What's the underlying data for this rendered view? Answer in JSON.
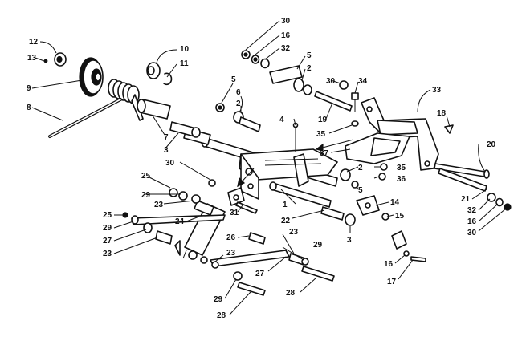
{
  "diagram": {
    "type": "exploded-parts-view",
    "callouts": [
      {
        "id": "c12",
        "text": "12"
      },
      {
        "id": "c13",
        "text": "13"
      },
      {
        "id": "c9",
        "text": "9"
      },
      {
        "id": "c8",
        "text": "8"
      },
      {
        "id": "c10",
        "text": "10"
      },
      {
        "id": "c11",
        "text": "11"
      },
      {
        "id": "c7",
        "text": "7"
      },
      {
        "id": "c3a",
        "text": "3"
      },
      {
        "id": "c5a",
        "text": "5"
      },
      {
        "id": "c6",
        "text": "6"
      },
      {
        "id": "c2a",
        "text": "2"
      },
      {
        "id": "c4",
        "text": "4"
      },
      {
        "id": "c30a",
        "text": "30"
      },
      {
        "id": "c16a",
        "text": "16"
      },
      {
        "id": "c32a",
        "text": "32"
      },
      {
        "id": "c5b",
        "text": "5"
      },
      {
        "id": "c2b",
        "text": "2"
      },
      {
        "id": "c30b",
        "text": "30"
      },
      {
        "id": "c34",
        "text": "34"
      },
      {
        "id": "c33",
        "text": "33"
      },
      {
        "id": "c18",
        "text": "18"
      },
      {
        "id": "c19",
        "text": "19"
      },
      {
        "id": "c35a",
        "text": "35"
      },
      {
        "id": "c37",
        "text": "37"
      },
      {
        "id": "c20",
        "text": "20"
      },
      {
        "id": "c35b",
        "text": "35"
      },
      {
        "id": "c36",
        "text": "36"
      },
      {
        "id": "c2c",
        "text": "2"
      },
      {
        "id": "c5c",
        "text": "5"
      },
      {
        "id": "c30c",
        "text": "30"
      },
      {
        "id": "c25a",
        "text": "25"
      },
      {
        "id": "c29a",
        "text": "29"
      },
      {
        "id": "c23a",
        "text": "23"
      },
      {
        "id": "c31",
        "text": "31"
      },
      {
        "id": "c1",
        "text": "1"
      },
      {
        "id": "c14",
        "text": "14"
      },
      {
        "id": "c22",
        "text": "22"
      },
      {
        "id": "c15",
        "text": "15"
      },
      {
        "id": "c21",
        "text": "21"
      },
      {
        "id": "c32b",
        "text": "32"
      },
      {
        "id": "c16b",
        "text": "16"
      },
      {
        "id": "c30d",
        "text": "30"
      },
      {
        "id": "c25b",
        "text": "25"
      },
      {
        "id": "c29b",
        "text": "29"
      },
      {
        "id": "c27a",
        "text": "27"
      },
      {
        "id": "c23b",
        "text": "23"
      },
      {
        "id": "c24",
        "text": "24"
      },
      {
        "id": "c26",
        "text": "26"
      },
      {
        "id": "c3b",
        "text": "3"
      },
      {
        "id": "c23c",
        "text": "23"
      },
      {
        "id": "c29c",
        "text": "29"
      },
      {
        "id": "c23d",
        "text": "23"
      },
      {
        "id": "c27b",
        "text": "27"
      },
      {
        "id": "c16c",
        "text": "16"
      },
      {
        "id": "c17",
        "text": "17"
      },
      {
        "id": "c28a",
        "text": "28"
      },
      {
        "id": "c29d",
        "text": "29"
      },
      {
        "id": "c28b",
        "text": "28"
      }
    ]
  }
}
